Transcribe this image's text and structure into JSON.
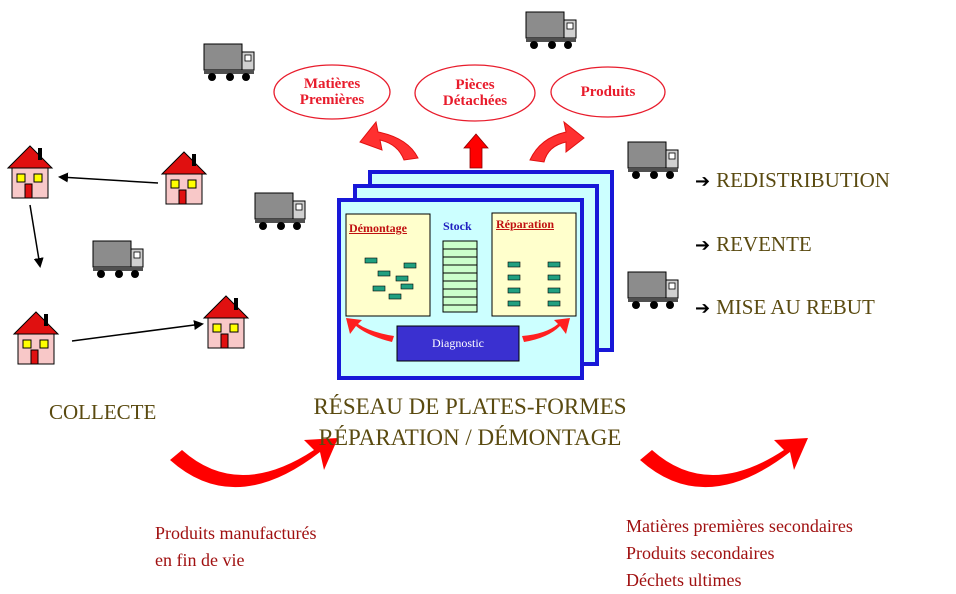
{
  "top_outputs": {
    "raw_materials": "Matières Premières",
    "spare_parts": "Pièces Détachées",
    "products": "Produits"
  },
  "platform": {
    "dismantling": "Démontage",
    "stock": "Stock",
    "repair": "Réparation",
    "diagnostic": "Diagnostic"
  },
  "outcomes": [
    "REDISTRIBUTION",
    "REVENTE",
    "MISE AU REBUT"
  ],
  "collection_label": "COLLECTE",
  "network_title_line1": "RÉSEAU DE PLATES-FORMES",
  "network_title_line2": "RÉPARATION / DÉMONTAGE",
  "inputs_line1": "Produits manufacturés",
  "inputs_line2": "en fin de vie",
  "outputs_lines": [
    "Matières premières secondaires",
    "Produits secondaires",
    "Déchets ultimes"
  ],
  "icons": {
    "truck": "truck-icon",
    "house": "house-icon",
    "arrow": "right-arrow-icon"
  },
  "colors": {
    "red": "#ff0000",
    "blue_frame": "#1818d8",
    "panel_fill": "#ffffcc",
    "platform_fill": "#ccffff",
    "olive_text": "#5a4a10",
    "dark_red_text": "#a01010"
  }
}
